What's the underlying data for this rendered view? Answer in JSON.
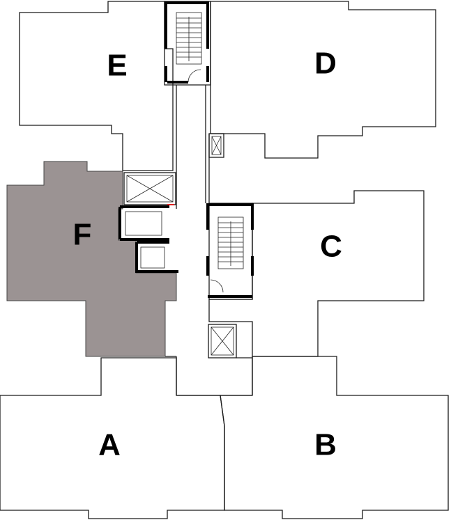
{
  "floor_plan": {
    "units": [
      {
        "id": "A",
        "label": "A",
        "highlighted": false
      },
      {
        "id": "B",
        "label": "B",
        "highlighted": false
      },
      {
        "id": "C",
        "label": "C",
        "highlighted": false
      },
      {
        "id": "D",
        "label": "D",
        "highlighted": false
      },
      {
        "id": "E",
        "label": "E",
        "highlighted": false
      },
      {
        "id": "F",
        "label": "F",
        "highlighted": true
      }
    ],
    "colors": {
      "highlight_fill": "#9b9393",
      "wall": "#1a1a1a",
      "accent_mark": "#e02020"
    }
  }
}
